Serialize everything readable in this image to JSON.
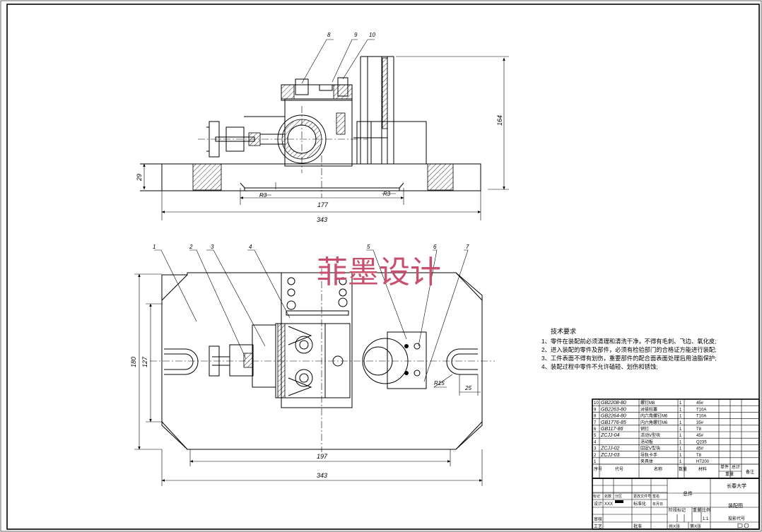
{
  "watermark": "菲墨设计",
  "top_view": {
    "balloons": [
      "8",
      "9",
      "10"
    ],
    "dims": {
      "height_right": "164",
      "height_left": "29",
      "r_left": "R3",
      "r_right": "R3",
      "inner_width": "177",
      "overall_width": "343"
    }
  },
  "plan_view": {
    "balloons": [
      "1",
      "2",
      "3",
      "4",
      "5",
      "6",
      "7"
    ],
    "dims": {
      "outer_height": "180",
      "inner_height": "127",
      "bottom_inner": "197",
      "bottom_overall": "343",
      "radius": "R15",
      "slot": "25"
    }
  },
  "tech_requirements": {
    "title": "技术要求",
    "items": [
      "1、零件在装配前必须清理和清洗干净，不得有毛刺、飞边、氧化皮;",
      "2、进入装配的零件及部件，必须有检验部门的合格证方能进行装配;",
      "3、工件表面不得有划伤，重要部件的配合面表面处理后用油脂保护;",
      "4、装配过程中零件不允许磕碰、划伤和锈蚀;"
    ]
  },
  "bom": {
    "rows": [
      {
        "no": "10",
        "code": "GB2208-80",
        "name": "螺钉M8",
        "qty": "1",
        "material": "45#"
      },
      {
        "no": "9",
        "code": "GB2263-80",
        "name": "对接柱塞",
        "qty": "1",
        "material": "T10A"
      },
      {
        "no": "8",
        "code": "GB2264-80",
        "name": "内六角螺钉M6",
        "qty": "1",
        "material": "T10A"
      },
      {
        "no": "7",
        "code": "GB1776-85",
        "name": "内六角螺钉M6",
        "qty": "1",
        "material": "35#"
      },
      {
        "no": "6",
        "code": "GB117-86",
        "name": "销钉",
        "qty": "1",
        "material": "T8"
      },
      {
        "no": "5",
        "code": "ZCJJ-04",
        "name": "活动V型块",
        "qty": "1",
        "material": "45#"
      },
      {
        "no": "4",
        "code": "",
        "name": "活动板",
        "qty": "1",
        "material": "Q235"
      },
      {
        "no": "3",
        "code": "ZCJJ-02",
        "name": "固定V型块",
        "qty": "1",
        "material": "45#"
      },
      {
        "no": "2",
        "code": "ZCJJ-03",
        "name": "导轨卡手",
        "qty": "1",
        "material": "T8"
      },
      {
        "no": "1",
        "code": "",
        "name": "夹具体",
        "qty": "1",
        "material": "HT200"
      }
    ],
    "header": {
      "no": "序号",
      "code": "代号",
      "name": "名称",
      "qty": "数量",
      "material": "材料",
      "unit_w": "单件",
      "total_w": "总计",
      "weight": "重量",
      "note": "备注"
    }
  },
  "title_block": {
    "drawing_no": "总件",
    "school": "长春大学",
    "drawing_title": "装配图",
    "stage_label": "阶段标记",
    "weight_label": "重量",
    "scale_label": "比例",
    "scale": "1:1",
    "designer_label": "设计",
    "designer": "XXX",
    "standard_label": "标准化",
    "review_label": "审核",
    "process_label": "工艺",
    "approve_label": "批准",
    "sheets_total": "共X张",
    "sheet_no": "第X张",
    "projection": "投影代号",
    "mark_label": "标记",
    "count_label": "处数",
    "zone_label": "分区",
    "change_label": "更改文件号",
    "sign_label": "签名",
    "date_label": "年月日"
  }
}
